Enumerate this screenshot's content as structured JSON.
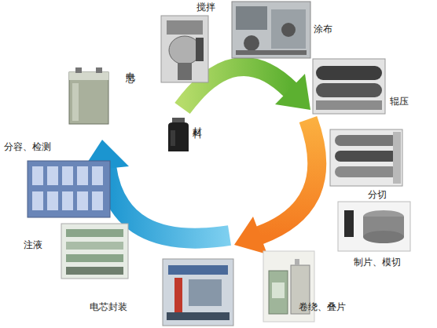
{
  "diagram": {
    "nodes": [
      {
        "text": [
          "材料"
        ]
      },
      {
        "text": [
          "搅拌"
        ]
      },
      {
        "text": [
          "涂布"
        ]
      },
      {
        "text": [
          "辊压"
        ]
      },
      {
        "text": [
          "分切"
        ]
      },
      {
        "text": [
          "制片、模切"
        ]
      },
      {
        "text": [
          "卷绕、叠片"
        ]
      },
      {
        "text": [
          "电芯封装"
        ]
      },
      {
        "text": [
          "注液"
        ]
      },
      {
        "text": [
          "分容、检测"
        ]
      },
      {
        "text": [
          "电芯"
        ]
      }
    ]
  }
}
